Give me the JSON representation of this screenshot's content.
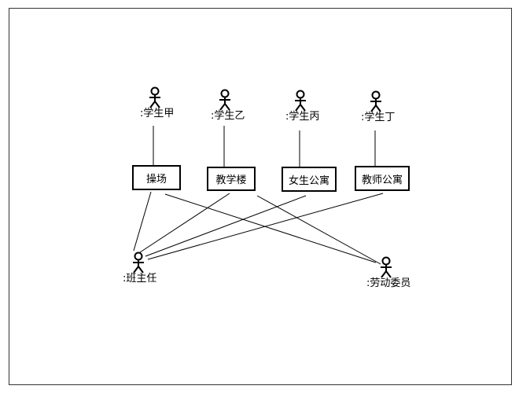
{
  "diagram": {
    "actors": [
      {
        "id": "student-a",
        "label": ":学生甲"
      },
      {
        "id": "student-b",
        "label": ":学生乙"
      },
      {
        "id": "student-c",
        "label": ":学生丙"
      },
      {
        "id": "student-d",
        "label": ":学生丁"
      },
      {
        "id": "head-teacher",
        "label": ":班主任"
      },
      {
        "id": "labor-monitor",
        "label": ":劳动委员"
      }
    ],
    "places": [
      {
        "id": "playground",
        "label": "操场"
      },
      {
        "id": "teaching-building",
        "label": "教学楼"
      },
      {
        "id": "girls-dorm",
        "label": "女生公寓"
      },
      {
        "id": "teachers-dorm",
        "label": "教师公寓"
      }
    ],
    "links": [
      [
        "student-a",
        "playground"
      ],
      [
        "student-b",
        "teaching-building"
      ],
      [
        "student-c",
        "girls-dorm"
      ],
      [
        "student-d",
        "teachers-dorm"
      ],
      [
        "playground",
        "head-teacher"
      ],
      [
        "teaching-building",
        "head-teacher"
      ],
      [
        "girls-dorm",
        "head-teacher"
      ],
      [
        "teachers-dorm",
        "head-teacher"
      ],
      [
        "playground",
        "labor-monitor"
      ],
      [
        "teaching-building",
        "labor-monitor"
      ]
    ]
  }
}
